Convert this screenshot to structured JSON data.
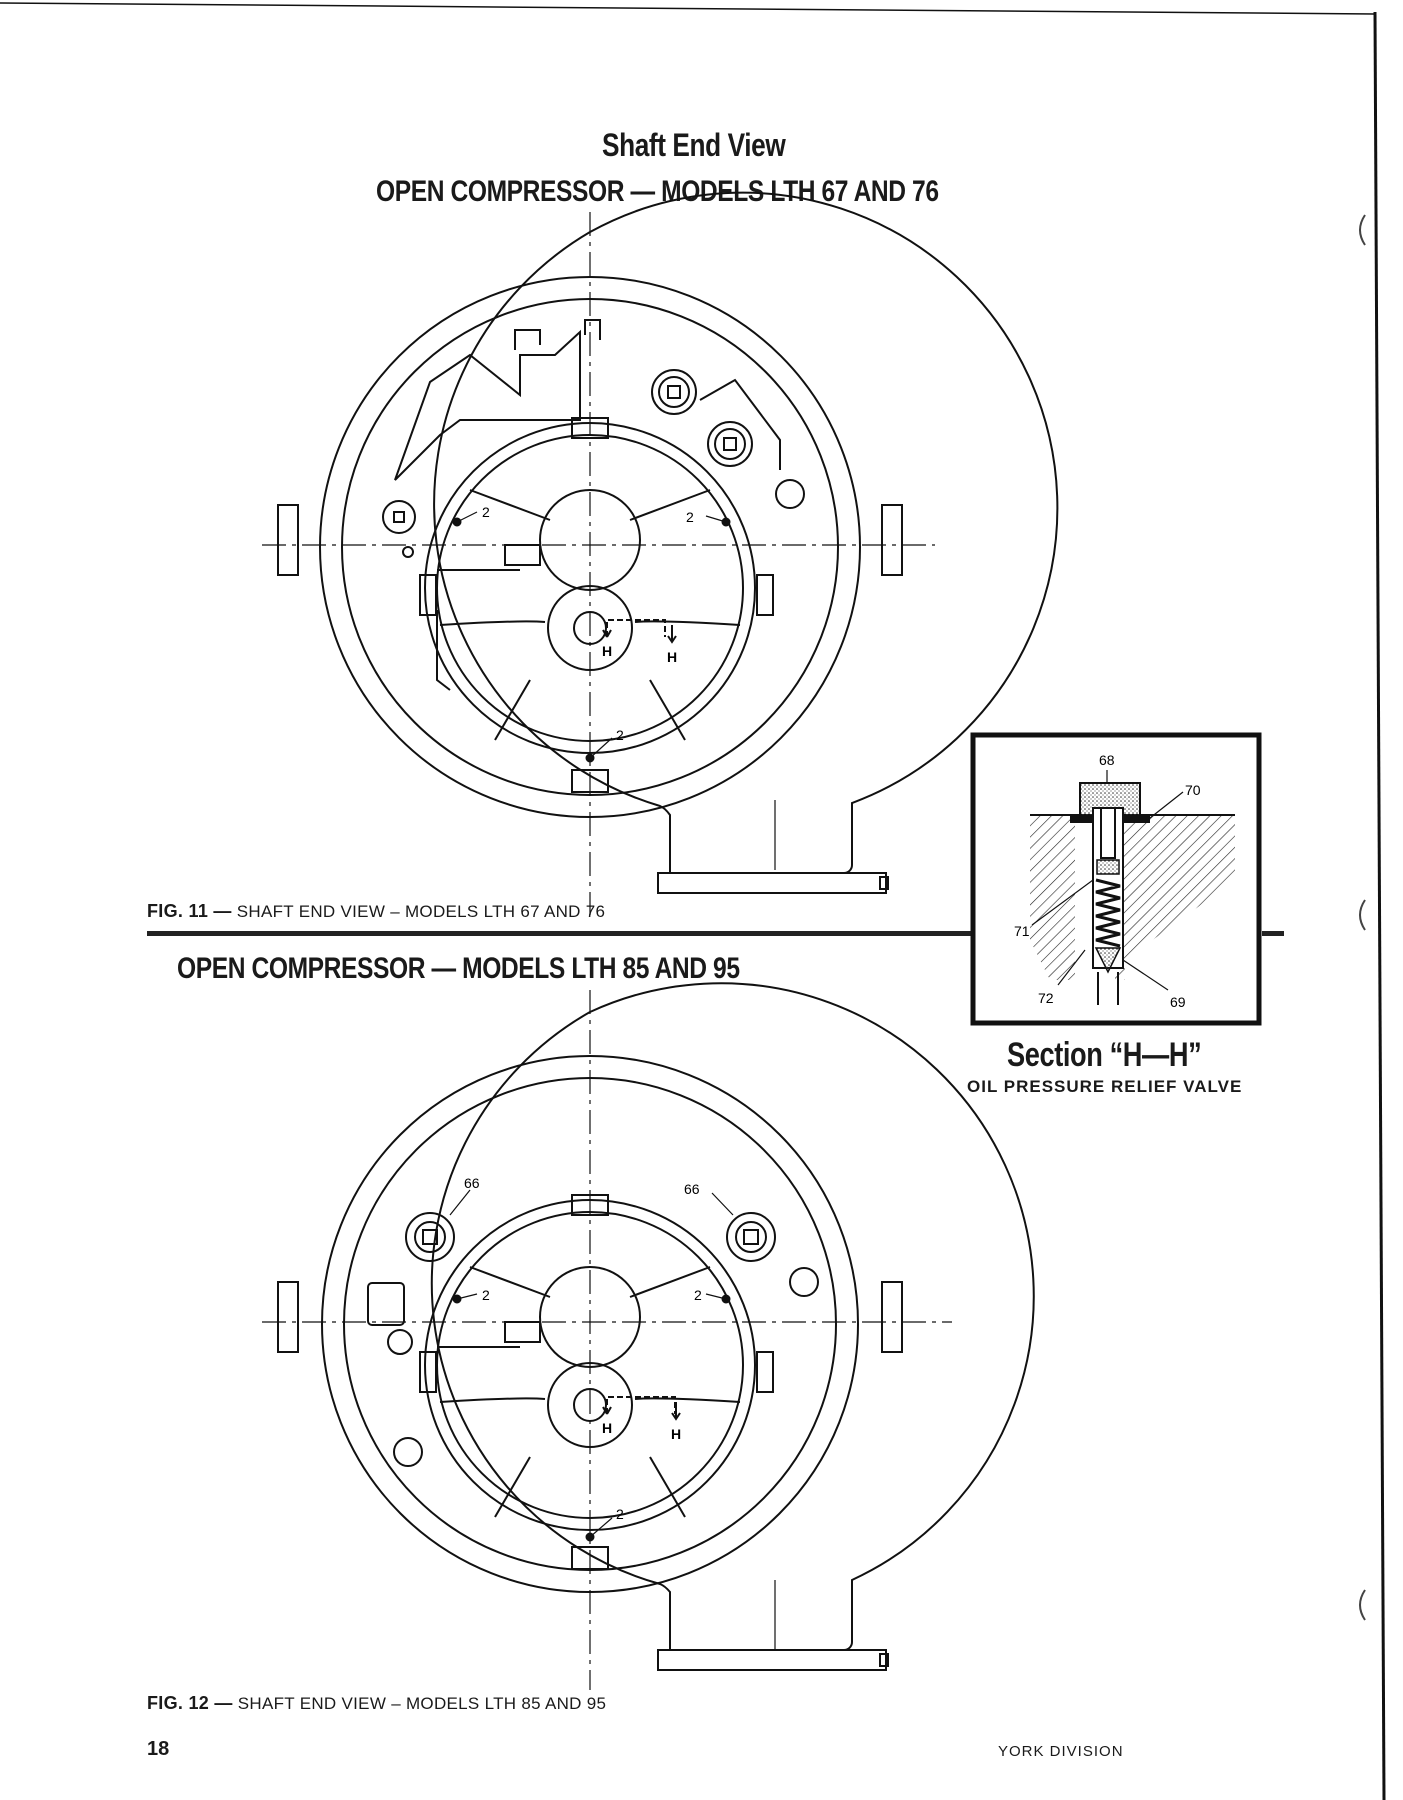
{
  "page": {
    "top_title": "Shaft End View",
    "model_heading_1": "OPEN COMPRESSOR — MODELS LTH 67 AND 76",
    "model_heading_2": "OPEN COMPRESSOR — MODELS LTH 85 AND 95",
    "fig11": {
      "number": "FIG. 11 —",
      "text": "SHAFT END VIEW – MODELS LTH 67 AND 76"
    },
    "fig12": {
      "number": "FIG. 12 —",
      "text": "SHAFT END VIEW – MODELS LTH 85 AND 95"
    },
    "section": {
      "title": "Section “H—H”",
      "subtitle": "OIL PRESSURE RELIEF VALVE"
    },
    "page_number": "18",
    "footer": "YORK DIVISION"
  },
  "callouts": {
    "bolt": "2",
    "section_mark": "H",
    "relief_valve": [
      "68",
      "70",
      "71",
      "72",
      "69"
    ],
    "plug": "66"
  }
}
